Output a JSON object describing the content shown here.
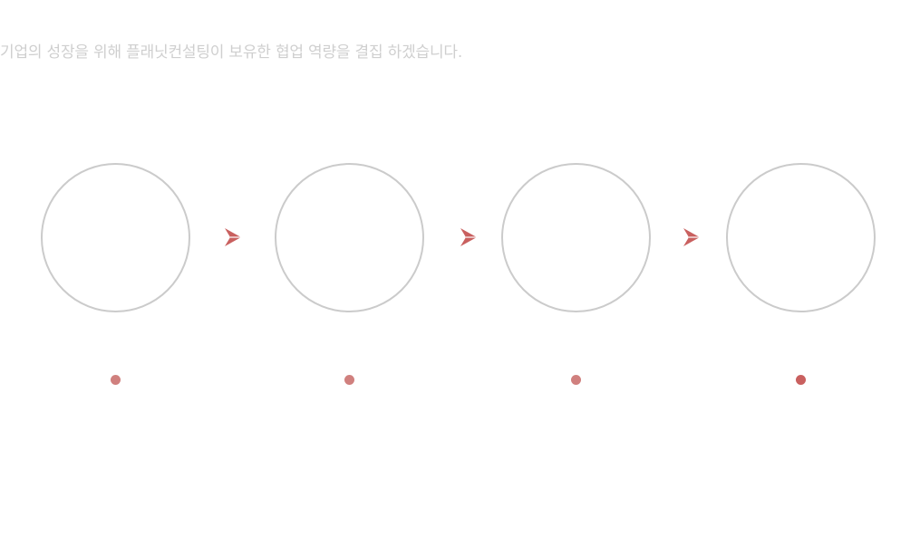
{
  "headline": {
    "text": "기업의 성장을 위해 플래닛컨설팅이 보유한 협업 역량을 결집 하겠습니다."
  },
  "colors": {
    "headline_text": "#cfcfcf",
    "circle_border": "#cbcbcb",
    "arrow": "#c9605f",
    "dot": "#d0807e",
    "dot_emphasis": "#c9605f"
  },
  "icons": {
    "arrow": "arrow-right-icon",
    "dot": "bullet-dot-icon"
  },
  "steps": [
    {
      "circle": "step-circle-1"
    },
    {
      "circle": "step-circle-2"
    },
    {
      "circle": "step-circle-3"
    },
    {
      "circle": "step-circle-4"
    }
  ]
}
